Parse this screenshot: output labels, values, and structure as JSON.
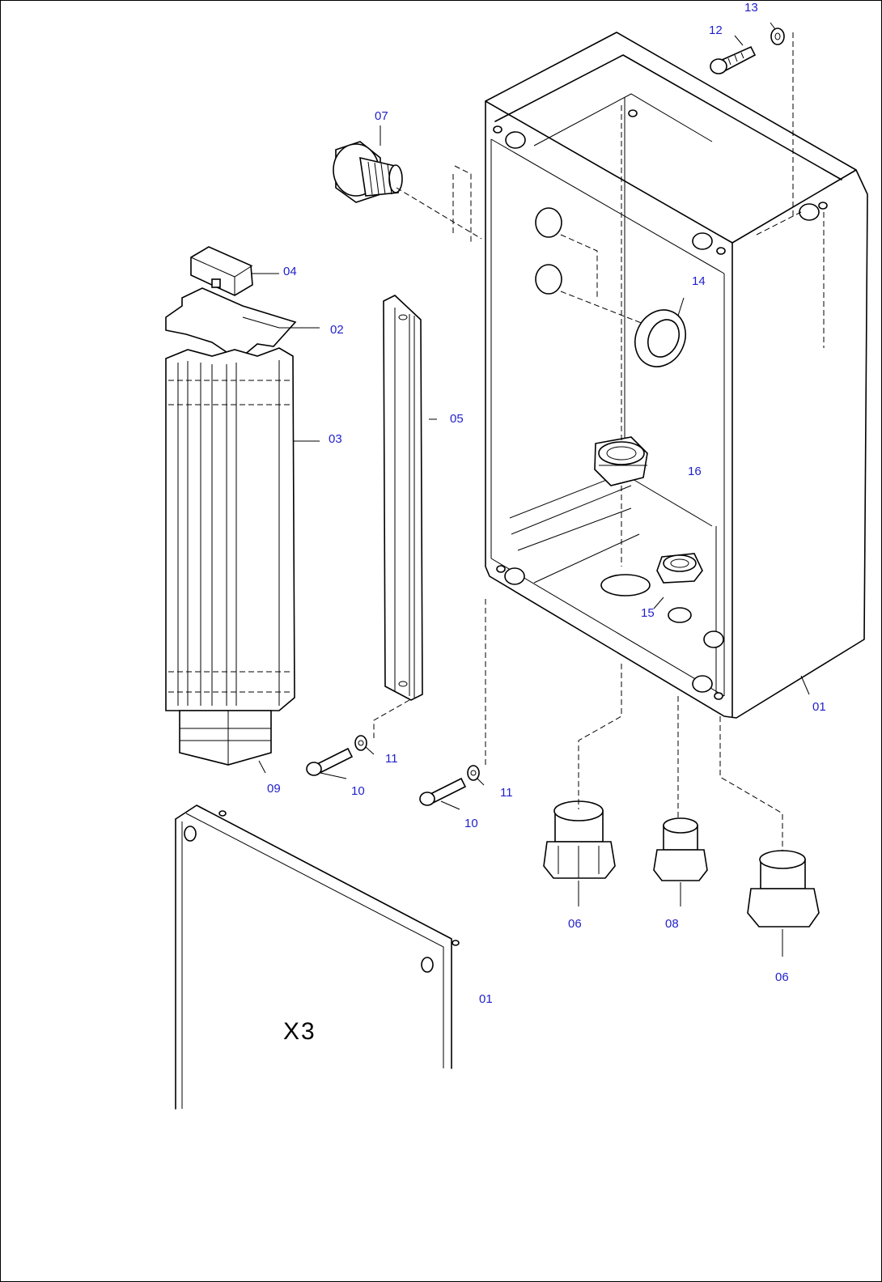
{
  "labels": {
    "l13": "13",
    "l12": "12",
    "l07": "07",
    "l04": "04",
    "l02": "02",
    "l14": "14",
    "l05": "05",
    "l03": "03",
    "l16": "16",
    "l15": "15",
    "l01_box": "01",
    "l11_a": "11",
    "l11_b": "11",
    "l09": "09",
    "l10_a": "10",
    "l10_b": "10",
    "l06_a": "06",
    "l08": "08",
    "l06_b": "06",
    "l01_cover": "01"
  },
  "cover_marking": "X3",
  "colors": {
    "callout": "#1f1fcc",
    "linework": "#000000"
  }
}
